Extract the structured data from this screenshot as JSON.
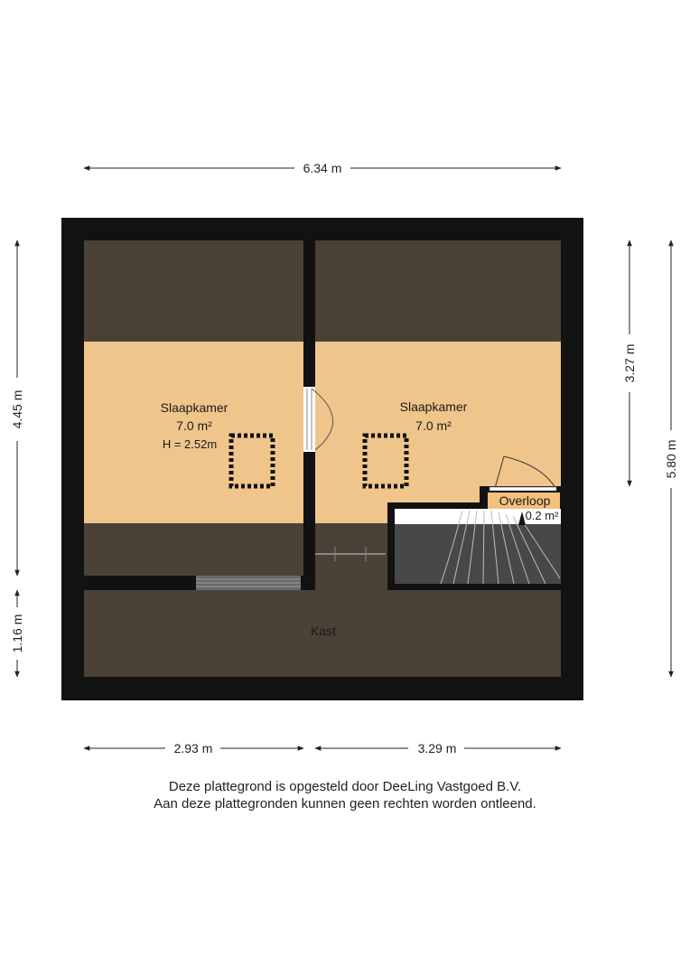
{
  "dimensions": {
    "top_width": "6.34 m",
    "left_upper": "4.45 m",
    "left_lower": "1.16 m",
    "right_inner": "3.27 m",
    "right_outer": "5.80 m",
    "bottom_left": "2.93 m",
    "bottom_right": "3.29 m"
  },
  "rooms": {
    "left_bedroom": {
      "name": "Slaapkamer",
      "area": "7.0 m²",
      "height": "H = 2.52m"
    },
    "right_bedroom": {
      "name": "Slaapkamer",
      "area": "7.0 m²"
    },
    "landing": {
      "name": "Overloop",
      "area": "0.2 m²"
    },
    "storage": {
      "name": "Kast"
    }
  },
  "footer": {
    "line1": "Deze plattegrond is opgesteld door DeeLing Vastgoed B.V.",
    "line2": "Aan deze plattegronden kunnen geen rechten worden ontleend."
  },
  "colors": {
    "wall": "#121212",
    "sloped_area": "#4a4137",
    "floor": "#f0c58c",
    "stair": "#484848",
    "label_bg": "#f3c07e"
  }
}
